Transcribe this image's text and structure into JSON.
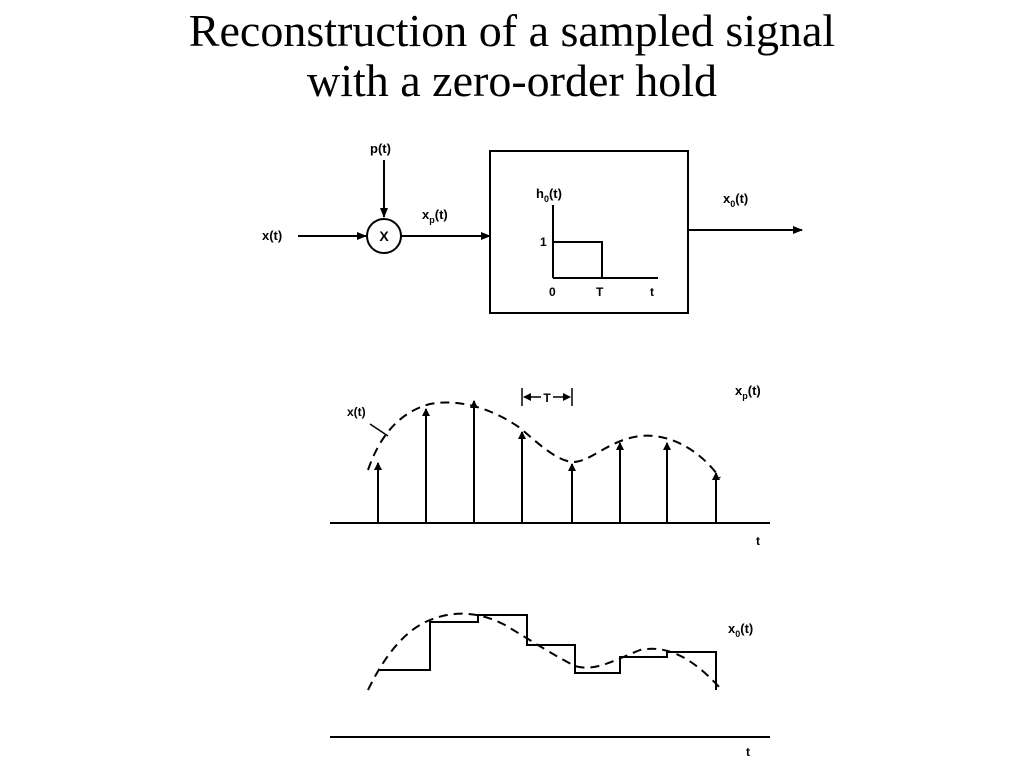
{
  "slide": {
    "title_line1": "Reconstruction of a sampled signal",
    "title_line2": "with a zero-order hold"
  },
  "block_diagram": {
    "input": "x(t)",
    "impulse_train": "p(t)",
    "multiplier_symbol": "X",
    "sampled": "x",
    "sampled_sub": "p",
    "sampled_arg": "(t)",
    "filter_label": "h",
    "filter_sub": "0",
    "filter_arg": "(t)",
    "filter_height": "1",
    "filter_t0": "0",
    "filter_T": "T",
    "filter_taxis": "t",
    "output": "x",
    "output_sub": "0",
    "output_arg": "(t)"
  },
  "sampled_plot": {
    "curve_label": "x(t)",
    "period_label": "T",
    "signal": "x",
    "signal_sub": "p",
    "signal_arg": "(t)",
    "axis": "t"
  },
  "hold_plot": {
    "signal": "x",
    "signal_sub": "0",
    "signal_arg": "(t)",
    "axis": "t"
  },
  "colors": {
    "ink": "#000000",
    "background": "#ffffff"
  }
}
